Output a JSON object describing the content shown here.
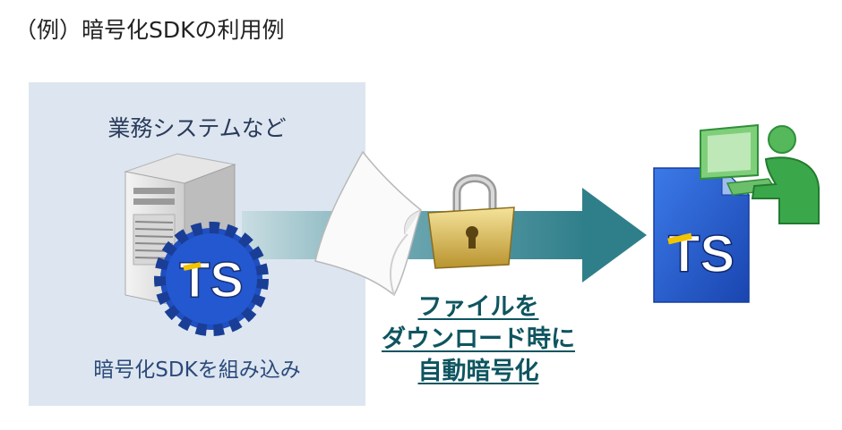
{
  "title": "（例）暗号化SDKの利用例",
  "system_panel": {
    "top_label": "業務システムなど",
    "bottom_label": "暗号化SDKを組み込み",
    "sdk_logo_text": "TS"
  },
  "caption": {
    "line1": "ファイルを",
    "line2": "ダウンロード時に",
    "line3": "自動暗号化"
  },
  "encrypted_file_logo_text": "TS",
  "colors": {
    "panel_bg": "#dde6f0",
    "arrow": "#2f7f8a",
    "caption": "#0e5560",
    "file_blue": "#1f55c8",
    "logo_yellow": "#f2c400",
    "user_green": "#3aa84a"
  }
}
